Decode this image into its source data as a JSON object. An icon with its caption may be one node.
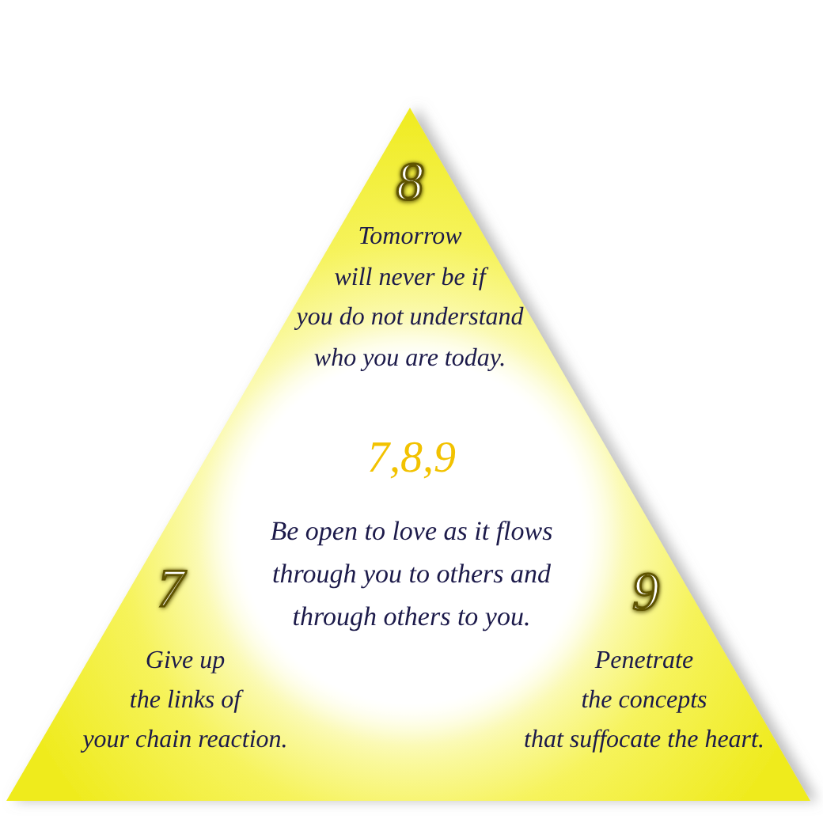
{
  "diagram": {
    "nodes": [
      {
        "text": [
          "8",
          "Tomorrow will never be if you do not understand who you are today.",
          "7",
          "Give up the links of your chain reaction.",
          "9",
          "Penetrate the concepts that suffocate the heart."
        ]
      },
      {
        "text": [
          "7,8,9",
          "Be open to love as it flows through you to others and through others to you."
        ],
        "in": 0
      }
    ]
  }
}
